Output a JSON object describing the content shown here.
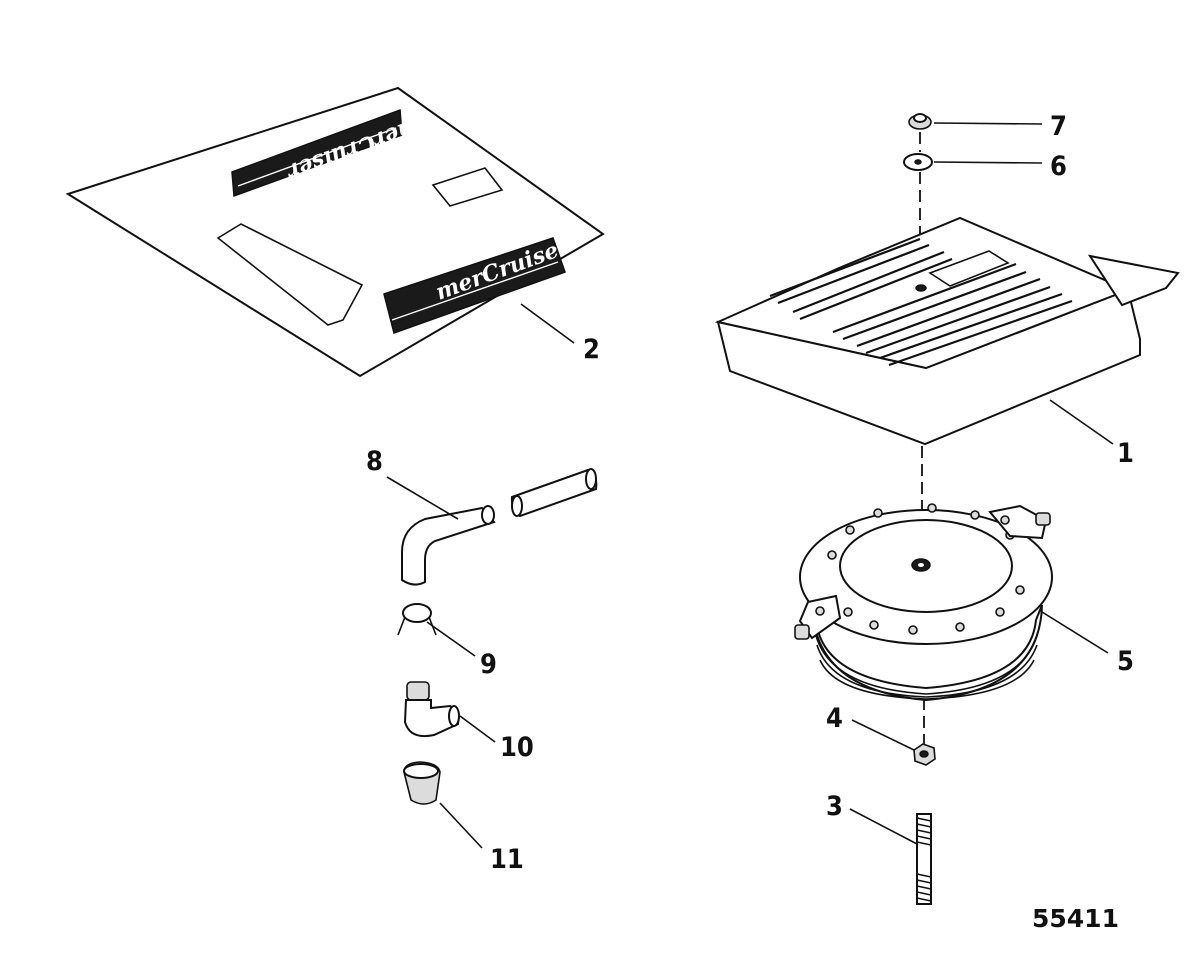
{
  "figure_number": "55411",
  "brand_decal_text": "merCruiser",
  "colors": {
    "ink": "#111111",
    "paper": "#ffffff",
    "decal": "#1a1a1a"
  },
  "callouts": [
    {
      "id": "1",
      "label": "1"
    },
    {
      "id": "2",
      "label": "2"
    },
    {
      "id": "3",
      "label": "3"
    },
    {
      "id": "4",
      "label": "4"
    },
    {
      "id": "5",
      "label": "5"
    },
    {
      "id": "6",
      "label": "6"
    },
    {
      "id": "7",
      "label": "7"
    },
    {
      "id": "8",
      "label": "8"
    },
    {
      "id": "9",
      "label": "9"
    },
    {
      "id": "10",
      "label": "10"
    },
    {
      "id": "11",
      "label": "11"
    }
  ]
}
